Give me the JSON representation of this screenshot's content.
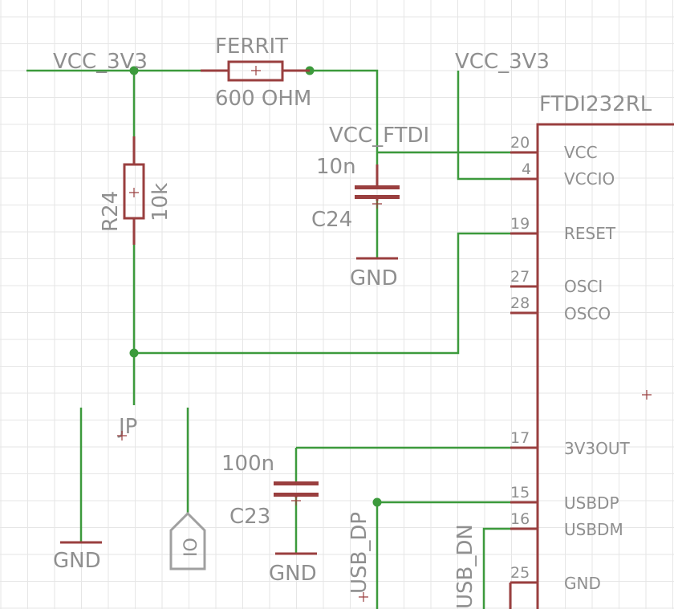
{
  "nets": {
    "vcc_3v3_left": "VCC_3V3",
    "vcc_3v3_right": "VCC_3V3",
    "vcc_ftdi": "VCC_FTDI",
    "usb_dp": "USB_DP",
    "usb_dn": "USB_DN"
  },
  "ferrite": {
    "name": "FERRIT",
    "value": "600 OHM"
  },
  "r24": {
    "name": "R24",
    "value": "10k"
  },
  "c24": {
    "name": "C24",
    "value": "10n",
    "gnd": "GND"
  },
  "c23": {
    "name": "C23",
    "value": "100n",
    "gnd": "GND"
  },
  "jumper": {
    "name": "JP",
    "gnd": "GND",
    "io": "IO"
  },
  "ic": {
    "name": "FTDI232RL",
    "pins": [
      {
        "num": "20",
        "name": "VCC"
      },
      {
        "num": "4",
        "name": "VCCIO"
      },
      {
        "num": "19",
        "name": "RESET"
      },
      {
        "num": "27",
        "name": "OSCI"
      },
      {
        "num": "28",
        "name": "OSCO"
      },
      {
        "num": "17",
        "name": "3V3OUT"
      },
      {
        "num": "15",
        "name": "USBDP"
      },
      {
        "num": "16",
        "name": "USBDM"
      },
      {
        "num": "25",
        "name": "GND"
      }
    ]
  },
  "colors": {
    "wire": "#3c9a3c",
    "part": "#9a3f3f",
    "text": "#8f8f8f",
    "grid": "#e6e6e6"
  }
}
